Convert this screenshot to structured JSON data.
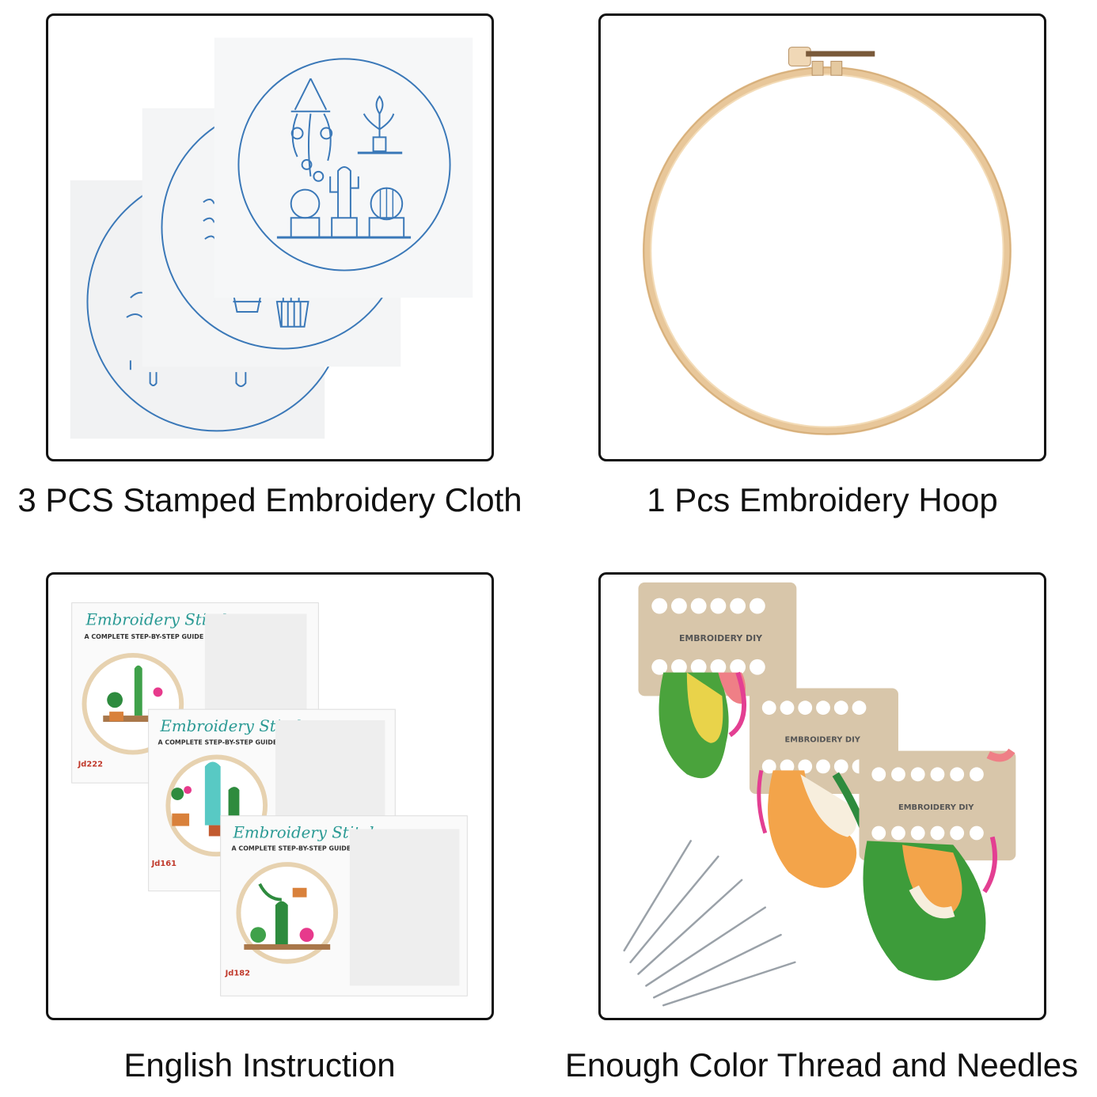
{
  "captions": {
    "cloth": "3 PCS Stamped Embroidery Cloth",
    "hoop": "1 Pcs Embroidery Hoop",
    "instruction": "English Instruction",
    "thread": "Enough Color Thread and Needles"
  },
  "sheets": {
    "title": "Embroidery Stitches",
    "subtitle": "A COMPLETE STEP-BY-STEP GUIDE",
    "codes": [
      "Jd222",
      "Jd161",
      "Jd182"
    ]
  },
  "cards": {
    "brand_top": "EMBROIDERY DIY",
    "brand_mid": "EMBROIDERY DIY",
    "brand_bottom": "EMBROIDERY DIY"
  },
  "colors": {
    "stamp_blue": "#3a78b8",
    "hoop_wood": "#e8c79a",
    "cardboard": "#d8c6aa",
    "frame": "#111111"
  }
}
